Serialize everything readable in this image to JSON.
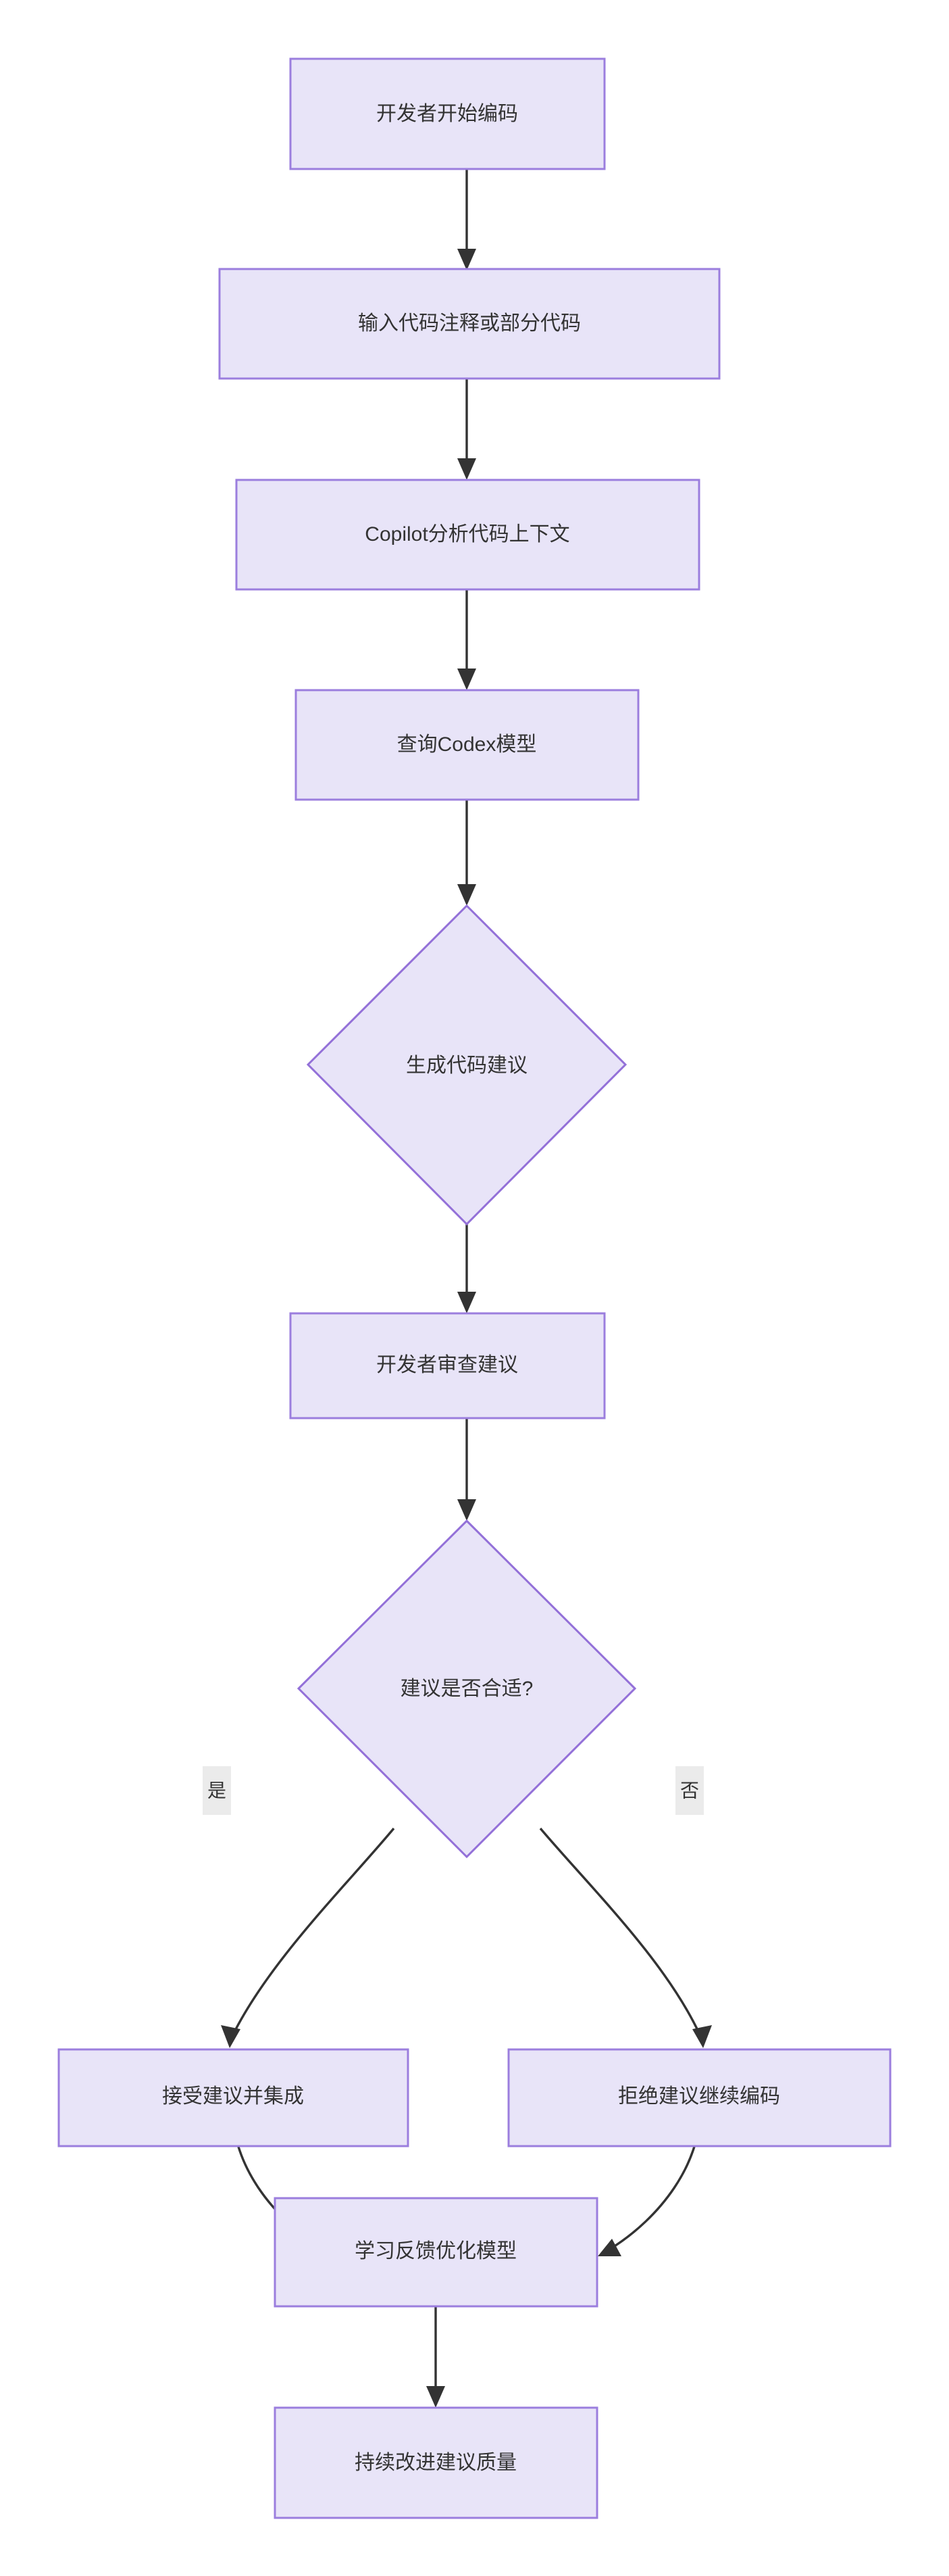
{
  "diagram": {
    "type": "flowchart",
    "direction": "top-to-bottom",
    "theme": {
      "node_fill": "#e8e4f8",
      "node_stroke": "#9b7ede",
      "diamond_stroke": "#9370d8",
      "edge_stroke": "#333333",
      "edge_label_bg": "#ebebeb",
      "text_color": "#333333",
      "background": "#ffffff"
    },
    "nodes": [
      {
        "id": "n1",
        "shape": "rect",
        "label": "开发者开始编码"
      },
      {
        "id": "n2",
        "shape": "rect",
        "label": "输入代码注释或部分代码"
      },
      {
        "id": "n3",
        "shape": "rect",
        "label": "Copilot分析代码上下文"
      },
      {
        "id": "n4",
        "shape": "rect",
        "label": "查询Codex模型"
      },
      {
        "id": "n5",
        "shape": "diamond",
        "label": "生成代码建议"
      },
      {
        "id": "n6",
        "shape": "rect",
        "label": "开发者审查建议"
      },
      {
        "id": "n7",
        "shape": "diamond",
        "label": "建议是否合适?"
      },
      {
        "id": "n8",
        "shape": "rect",
        "label": "接受建议并集成"
      },
      {
        "id": "n9",
        "shape": "rect",
        "label": "拒绝建议继续编码"
      },
      {
        "id": "n10",
        "shape": "rect",
        "label": "学习反馈优化模型"
      },
      {
        "id": "n11",
        "shape": "rect",
        "label": "持续改进建议质量"
      }
    ],
    "edges": [
      {
        "from": "n1",
        "to": "n2",
        "label": ""
      },
      {
        "from": "n2",
        "to": "n3",
        "label": ""
      },
      {
        "from": "n3",
        "to": "n4",
        "label": ""
      },
      {
        "from": "n4",
        "to": "n5",
        "label": ""
      },
      {
        "from": "n5",
        "to": "n6",
        "label": ""
      },
      {
        "from": "n6",
        "to": "n7",
        "label": ""
      },
      {
        "from": "n7",
        "to": "n8",
        "label": "是"
      },
      {
        "from": "n7",
        "to": "n9",
        "label": "否"
      },
      {
        "from": "n8",
        "to": "n10",
        "label": ""
      },
      {
        "from": "n9",
        "to": "n10",
        "label": ""
      },
      {
        "from": "n10",
        "to": "n11",
        "label": ""
      }
    ]
  }
}
